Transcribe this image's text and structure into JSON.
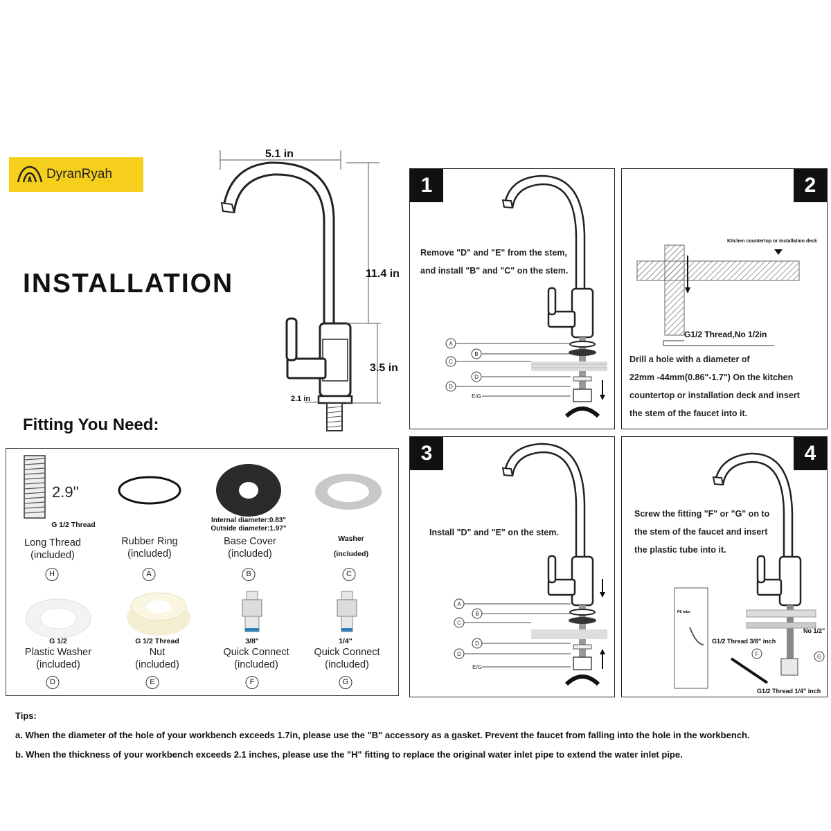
{
  "brand": {
    "name": "DyranRyah"
  },
  "title": "INSTALLATION",
  "dimensions": {
    "width": "5.1 in",
    "height": "11.4 in",
    "base_height": "3.5 in",
    "base_width": "2.1 in"
  },
  "fittings": {
    "heading": "Fitting You Need:",
    "long_thread": {
      "length": "2.9''",
      "thread": "G 1/2 Thread",
      "name": "Long Thread",
      "note": "(included)",
      "letter": "H"
    },
    "rubber_ring": {
      "name": "Rubber Ring",
      "note": "(included)",
      "letter": "A"
    },
    "base_cover": {
      "spec1": "Internal diameter:0.83\"",
      "spec2": "Outside diameter:1.97\"",
      "name": "Base Cover",
      "note": "(included)",
      "letter": "B"
    },
    "washer": {
      "name": "Washer",
      "note": "(included)",
      "letter": "C"
    },
    "plastic_washer": {
      "name1": "G 1/2",
      "name2": "Plastic Washer",
      "note": "(included)",
      "letter": "D"
    },
    "nut": {
      "name1": "G 1/2 Thread",
      "name2": "Nut",
      "note": "(included)",
      "letter": "E"
    },
    "qc_38": {
      "size": "3/8\"",
      "name": "Quick Connect",
      "note": "(included)",
      "letter": "F"
    },
    "qc_14": {
      "size": "1/4\"",
      "name": "Quick Connect",
      "note": "(included)",
      "letter": "G"
    }
  },
  "steps": [
    {
      "number": "1",
      "lines": [
        "Remove \"D\" and \"E\" from the stem,",
        "and install \"B\" and \"C\" on the stem."
      ],
      "labels": [
        "A",
        "B",
        "C",
        "D",
        "E/G"
      ]
    },
    {
      "number": "2",
      "lines": [
        "Drill a hole with a diameter of",
        "22mm -44mm(0.86\"-1.7\") On the kitchen",
        "countertop or installation deck and insert",
        "the stem of the faucet into it."
      ],
      "deck_label": "Kitchen countertop or installation deck",
      "thread_label": "G1/2 Thread,No 1/2in"
    },
    {
      "number": "3",
      "lines": [
        "Install \"D\" and \"E\" on the stem."
      ],
      "labels": [
        "A",
        "B",
        "C",
        "D",
        "E/G"
      ]
    },
    {
      "number": "4",
      "lines": [
        "Screw the fitting  \"F\" or \"G\" on to",
        "the stem of the faucet and insert",
        "the plastic tube into it."
      ],
      "tube_label": "PE tube",
      "label_38": "G1/2 Thread 3/8\" inch",
      "label_no": "No 1/2\"",
      "label_14": "G1/2 Thread 1/4\" inch",
      "letters": [
        "F",
        "G"
      ]
    }
  ],
  "tips": {
    "heading": "Tips:",
    "a": "a. When the diameter of the hole of your workbench exceeds 1.7in, please use the \"B\" accessory as a gasket. Prevent the faucet from falling into the hole in the workbench.",
    "b": "b. When the thickness of your workbench exceeds 2.1 inches, please use the \"H\" fitting to replace the original water inlet pipe to extend the water inlet pipe."
  }
}
